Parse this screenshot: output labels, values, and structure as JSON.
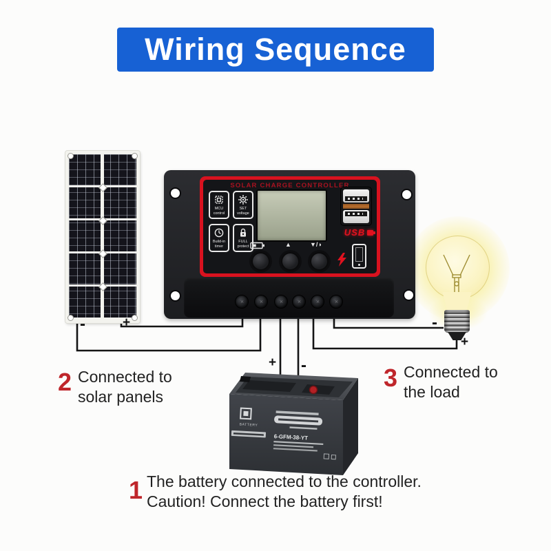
{
  "banner": {
    "title": "Wiring Sequence"
  },
  "palette": {
    "banner_blue": "#1761d4",
    "controller_red": "#d8121f",
    "step_number_red": "#bf262b",
    "usb_text_red": "#e1121f",
    "bulb_glow_yellow": "#f7ec82",
    "wire_black": "#141414"
  },
  "controller": {
    "title": "SOLAR CHARGE CONTROLLER",
    "features": [
      {
        "icon": "mcu-chip-icon",
        "line1": "MCU",
        "line2": "control"
      },
      {
        "icon": "gear-icon",
        "line1": "SET",
        "line2": "voltage"
      },
      {
        "icon": "clock-icon",
        "line1": "Build-in",
        "line2": "timer"
      },
      {
        "icon": "padlock-icon",
        "line1": "FULL",
        "line2": "protect"
      }
    ],
    "symbols": {
      "up": "▲",
      "down_light": "▼/◑"
    },
    "usb_label": "USB"
  },
  "battery": {
    "model": "6-GFM-38-YT",
    "logo_text": "BATTERY"
  },
  "wiring": {
    "panel_minus": "-",
    "panel_plus": "+",
    "battery_plus": "+",
    "battery_minus": "-",
    "load_minus": "-",
    "load_plus": "+"
  },
  "steps": [
    {
      "number": "1",
      "line1": "The battery connected to the controller.",
      "line2": "Caution! Connect the battery first!"
    },
    {
      "number": "2",
      "line1": "Connected to",
      "line2": "solar panels"
    },
    {
      "number": "3",
      "line1": "Connected to",
      "line2": "the load"
    }
  ]
}
